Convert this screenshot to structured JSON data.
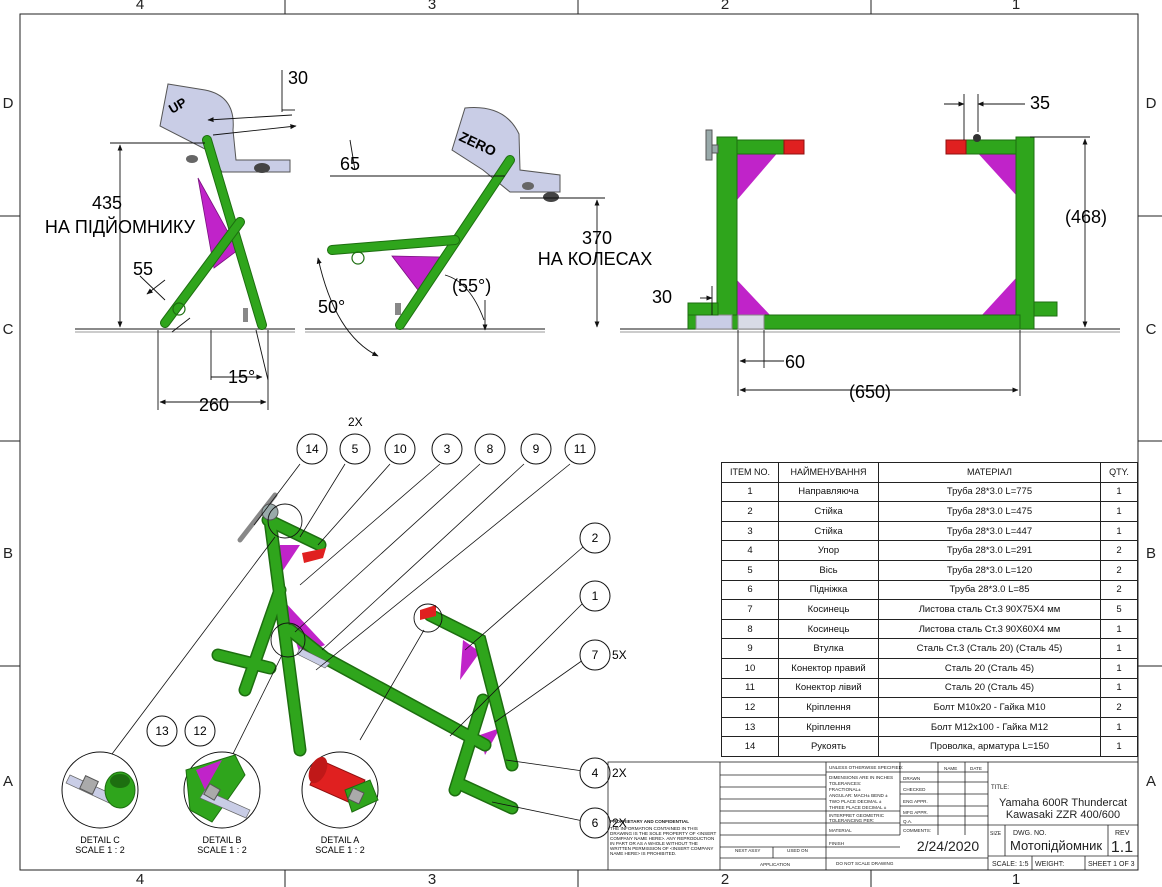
{
  "border": {
    "columns": [
      "4",
      "3",
      "2",
      "1"
    ],
    "rows": [
      "D",
      "C",
      "B",
      "A"
    ]
  },
  "dimensions": {
    "d30_top": "30",
    "d435": "435",
    "lift_label": "НА ПІДЙОМНИКУ",
    "d55": "55",
    "d15": "15°",
    "d260": "260",
    "d65": "65",
    "d370": "370",
    "wheels_label": "НА КОЛЕСАХ",
    "d50": "50°",
    "d55deg": "(55°)",
    "d35": "35",
    "d468": "(468)",
    "d30_side": "30",
    "d60": "60",
    "d650": "(650)"
  },
  "plates": {
    "up": "UP",
    "zero": "ZERO"
  },
  "balloons": [
    "14",
    "5",
    "10",
    "3",
    "8",
    "9",
    "11",
    "2",
    "1",
    "7",
    "4",
    "6",
    "13",
    "12"
  ],
  "multipliers": {
    "b5": "2X",
    "b7": "5X",
    "b4": "2X",
    "b6": "2X"
  },
  "details": [
    {
      "title": "DETAIL C",
      "scale": "SCALE 1 : 2"
    },
    {
      "title": "DETAIL B",
      "scale": "SCALE 1 : 2"
    },
    {
      "title": "DETAIL A",
      "scale": "SCALE 1 : 2"
    }
  ],
  "bom": {
    "headers": [
      "ITEM NO.",
      "НАЙМЕНУВАННЯ",
      "МАТЕРІАЛ",
      "QTY."
    ],
    "rows": [
      [
        "1",
        "Направляюча",
        "Труба 28*3.0  L=775",
        "1"
      ],
      [
        "2",
        "Стійка",
        "Труба 28*3.0  L=475",
        "1"
      ],
      [
        "3",
        "Стійка",
        "Труба 28*3.0  L=447",
        "1"
      ],
      [
        "4",
        "Упор",
        "Труба 28*3.0  L=291",
        "2"
      ],
      [
        "5",
        "Вісь",
        "Труба 28*3.0  L=120",
        "2"
      ],
      [
        "6",
        "Підніжка",
        "Труба 28*3.0  L=85",
        "2"
      ],
      [
        "7",
        "Косинець",
        "Листова сталь Ст.3   90Х75Х4 мм",
        "5"
      ],
      [
        "8",
        "Косинець",
        "Листова сталь Ст.3   90Х60Х4 мм",
        "1"
      ],
      [
        "9",
        "Втулка",
        "Сталь Ст.3 (Сталь 20) (Сталь 45)",
        "1"
      ],
      [
        "10",
        "Конектор правий",
        "Сталь 20 (Сталь 45)",
        "1"
      ],
      [
        "11",
        "Конектор лівий",
        "Сталь 20 (Сталь 45)",
        "1"
      ],
      [
        "12",
        "Кріплення",
        "Болт М10х20 - Гайка М10",
        "2"
      ],
      [
        "13",
        "Кріплення",
        "Болт М12х100 - Гайка М12",
        "1"
      ],
      [
        "14",
        "Рукоять",
        "Проволка, арматура L=150",
        "1"
      ]
    ]
  },
  "title_block": {
    "unless": "UNLESS OTHERWISE SPECIFIED:",
    "dims": "DIMENSIONS ARE IN INCHES",
    "tolerances": "TOLERANCES:",
    "fractional": "FRACTIONAL±",
    "angular": "ANGULAR: MACH±   BEND ±",
    "two_place": "TWO PLACE DECIMAL   ±",
    "three_place": "THREE PLACE DECIMAL  ±",
    "interpret": "INTERPRET GEOMETRIC",
    "tolerancing": "TOLERANCING PER:",
    "material": "MATERIAL",
    "finish": "FINISH",
    "no_scale": "DO NOT SCALE DRAWING",
    "name_col": "NAME",
    "date_col": "DATE",
    "drawn": "DRAWN",
    "checked": "CHECKED",
    "eng": "ENG APPR.",
    "mfg": "MFG APPR.",
    "qa": "Q.A.",
    "comments": "COMMENTS:",
    "date": "2/24/2020",
    "title_label": "TITLE:",
    "title1": "Yamaha 600R Thundercat",
    "title2": "Kawasaki ZZR 400/600",
    "size": "SIZE",
    "dwg_label": "DWG.  NO.",
    "dwg": "Мотопідйомник",
    "rev_label": "REV",
    "rev": "1.1",
    "scale": "SCALE: 1:5",
    "weight": "WEIGHT:",
    "sheet": "SHEET 1 OF 3",
    "next_assy": "NEXT ASSY",
    "used_on": "USED ON",
    "application": "APPLICATION",
    "prop_title": "PROPRIETARY AND CONFIDENTIAL",
    "prop_text": "THE INFORMATION CONTAINED IN THIS DRAWING IS THE SOLE PROPERTY OF <INSERT COMPANY NAME HERE>. ANY REPRODUCTION IN PART OR AS A WHOLE WITHOUT THE WRITTEN PERMISSION OF <INSERT COMPANY NAME HERE> IS PROHIBITED."
  },
  "colors": {
    "tube": "#2fa51c",
    "tube_dark": "#1d6e10",
    "gusset": "#c023c9",
    "plate": "#c9cde6",
    "connector": "#e02020"
  }
}
